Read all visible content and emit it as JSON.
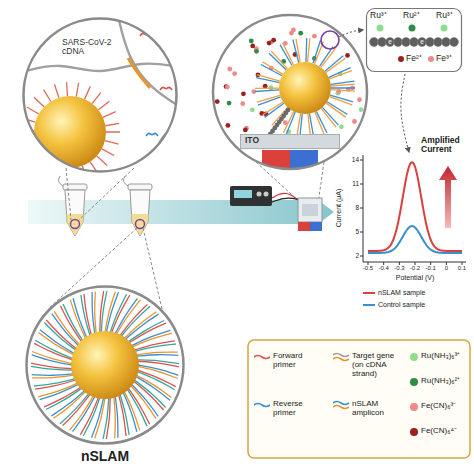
{
  "diagram": {
    "nodes": [
      {
        "text": [
          "SARS-CoV-2 cDNA"
        ]
      },
      {
        "text": [
          "ITO"
        ]
      },
      {
        "text": [
          "Ru³⁺",
          "Ru²⁺",
          "Ru³⁺",
          "e",
          "e",
          "Fe²⁺",
          "Fe³⁺"
        ]
      },
      {
        "text": [
          "nSLAM"
        ]
      }
    ],
    "labels": [
      "Amplified Current",
      "Current (μA)",
      "14",
      "11",
      "8",
      "5",
      "2",
      "-0.5",
      "-0.4",
      "-0.3",
      "-0.2",
      "-0.1",
      "0",
      "0.1",
      "Potential (V)",
      "nSLAM sample",
      "Control sample"
    ],
    "legend": [
      {
        "text": "Forward primer"
      },
      {
        "text": "Target gene (on cDNA strand)"
      },
      {
        "text": "Reverse primer"
      },
      {
        "text": "nSLAM amplicon"
      },
      {
        "text": "Ru(NH₃)₆³⁺",
        "color": "#8fdc8f"
      },
      {
        "text": "Ru(NH₃)₆²⁺",
        "color": "#2e8b4a"
      },
      {
        "text": "Fe(CN)₆³⁻",
        "color": "#f08a8a"
      },
      {
        "text": "Fe(CN)₆⁴⁻",
        "color": "#9b2020"
      }
    ]
  }
}
